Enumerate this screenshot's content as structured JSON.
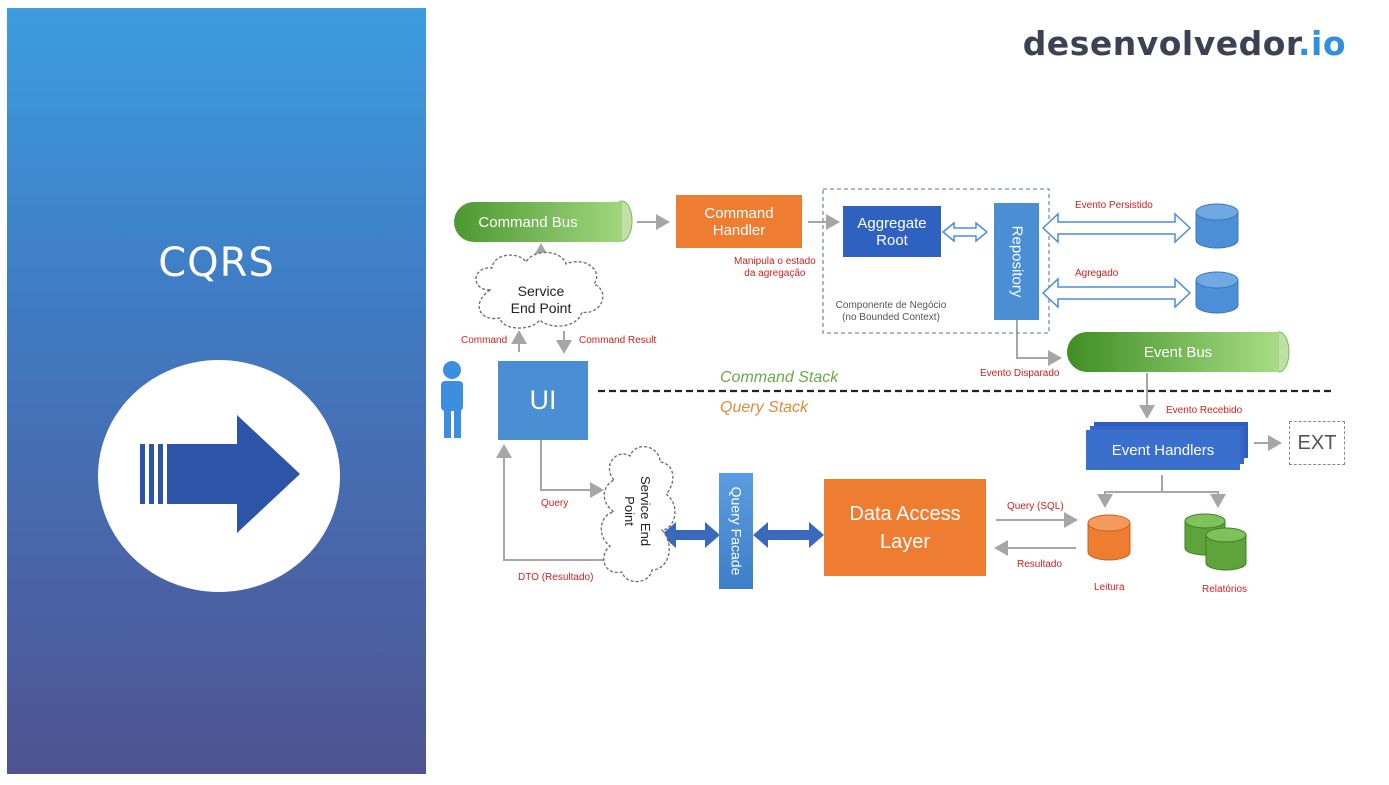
{
  "sidebar": {
    "title": "CQRS"
  },
  "logo": {
    "main": "desenvolvedor",
    "suffix": ".io"
  },
  "nodes": {
    "command_bus": "Command Bus",
    "command_handler_l1": "Command",
    "command_handler_l2": "Handler",
    "aggregate_root_l1": "Aggregate",
    "aggregate_root_l2": "Root",
    "repository": "Repository",
    "event_bus": "Event Bus",
    "service_end_point_l1": "Service",
    "service_end_point_l2": "End Point",
    "ui": "UI",
    "event_handlers": "Event Handlers",
    "ext": "EXT",
    "query_facade": "Query Facade",
    "data_access_l1": "Data Access",
    "data_access_l2": "Layer",
    "service_end_point_v1": "Service End",
    "service_end_point_v2": "Point"
  },
  "labels": {
    "manipula_l1": "Manipula o estado",
    "manipula_l2": "da agregação",
    "componente_l1": "Componente de Negócio",
    "componente_l2": "(no Bounded Context)",
    "evento_persistido": "Evento Persistido",
    "agregado": "Agregado",
    "command": "Command",
    "command_result": "Command Result",
    "evento_disparado": "Evento Disparado",
    "command_stack": "Command Stack",
    "query_stack": "Query Stack",
    "evento_recebido": "Evento Recebido",
    "query": "Query",
    "query_sql": "Query (SQL)",
    "resultado": "Resultado",
    "dto": "DTO (Resultado)",
    "leitura": "Leitura",
    "relatorios": "Relatórios"
  },
  "colors": {
    "green": "#5ea43a",
    "orange": "#ee7d31",
    "blue": "#4a8ed4",
    "dark_blue": "#2f62c0",
    "red_label": "#d21f1f",
    "command_stack": "#6aa84f",
    "query_stack": "#e58a3a"
  },
  "icons": [
    "arrow-right-icon",
    "person-icon",
    "database-icon",
    "cloud-icon"
  ]
}
